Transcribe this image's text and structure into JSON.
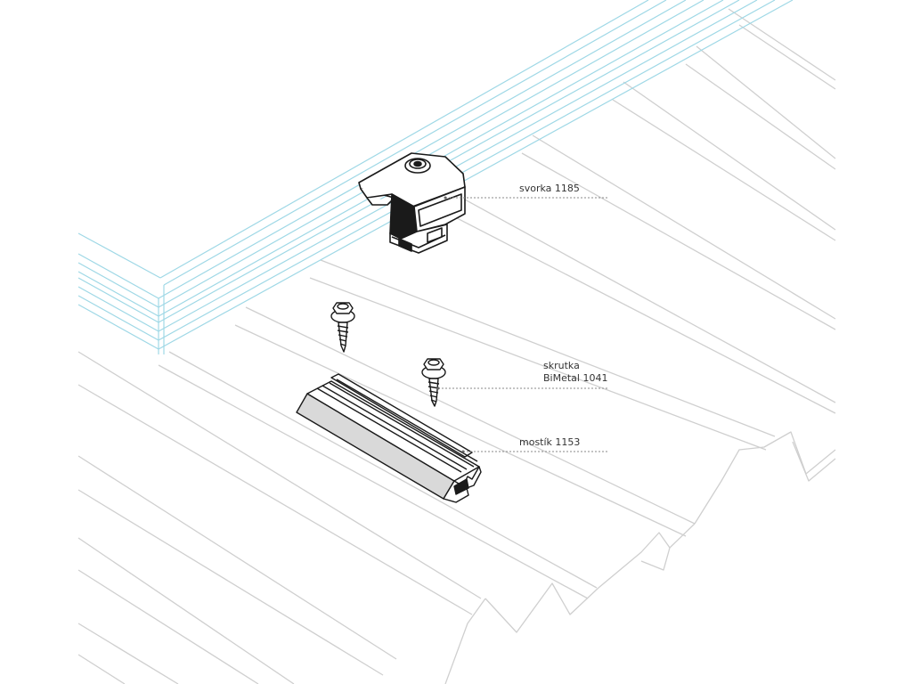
{
  "callouts": {
    "clamp": {
      "label": "svorka 1185"
    },
    "screw": {
      "line1": "skrutka",
      "line2": "BiMetal 1041"
    },
    "bridge": {
      "label": "mostík 1153"
    }
  },
  "colors": {
    "sheet_outline": "#cfcfcf",
    "panel_frame": "#9fd8e6",
    "part_outline": "#1a1a1a",
    "part_fill": "#ffffff",
    "bridge_fill": "#d9d9d9",
    "leader_line": "#888888",
    "label_text": "#333333"
  },
  "icons": {
    "clamp": "end-clamp-icon",
    "screws": "bimetal-screw-icon",
    "bridge": "mini-rail-bridge-icon"
  }
}
